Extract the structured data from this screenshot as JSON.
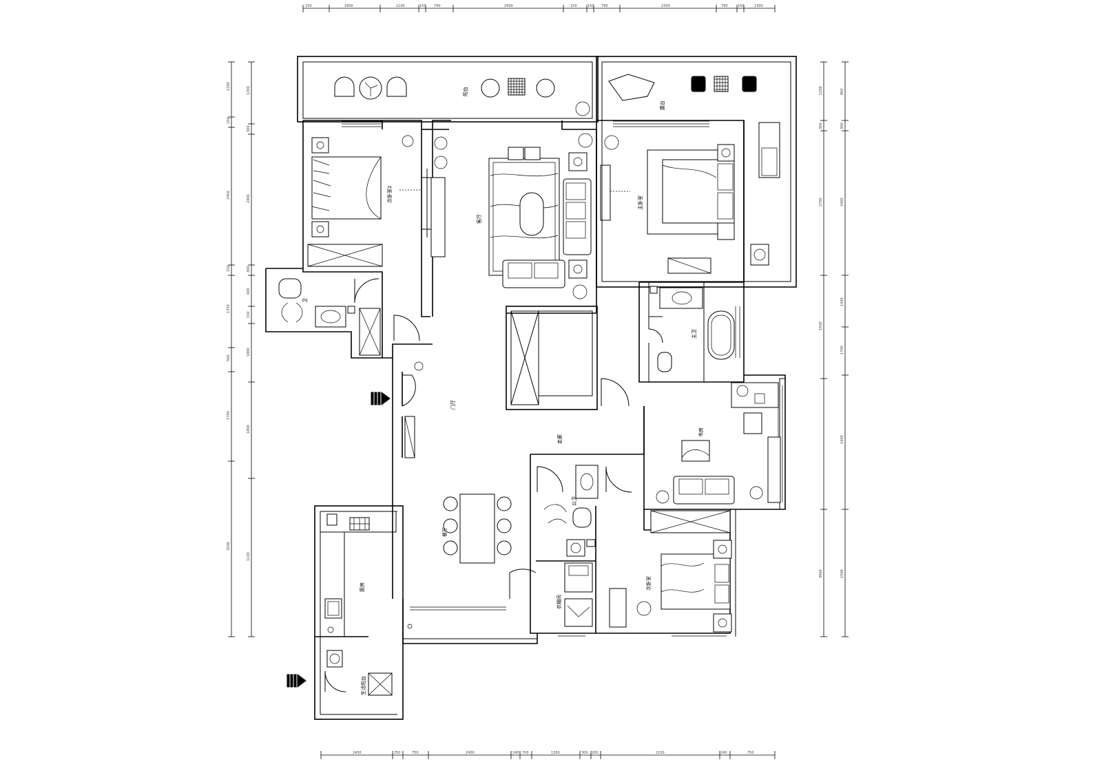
{
  "labels": {
    "balcony_north": "阳台",
    "bedroom_nw": "次卧室2",
    "living_room": "客厅",
    "master_bedroom": "主卧室",
    "terrace_ne": "露台",
    "bath_w": "卫",
    "bath_master": "主卫",
    "foyer": "门厅",
    "corridor": "走廊",
    "study": "书房",
    "bath_c": "公卫",
    "dining": "餐厅",
    "kitchen": "厨房",
    "bedroom_se": "次卧室",
    "cloakroom": "衣帽间",
    "service_balcony": "生活阳台"
  },
  "entrances": [
    {
      "name": "main-entrance-arrow"
    },
    {
      "name": "service-entrance-arrow"
    }
  ],
  "dimensions": {
    "top": [
      "150",
      "1800",
      "1100",
      "150",
      "740",
      "2400",
      "150",
      "150",
      "790",
      "2300",
      "790",
      "150",
      "1300"
    ],
    "bottom": [
      "2450",
      "250",
      "750",
      "2400",
      "240",
      "700",
      "1300",
      "300",
      "200",
      "2150",
      "240",
      "750"
    ],
    "left_outer": [
      "1200",
      "150",
      "2450",
      "150",
      "1350",
      "500",
      "1700",
      "3200"
    ],
    "left_inner": [
      "1200",
      "300",
      "2400",
      "300",
      "600",
      "150",
      "1800",
      "1800",
      "1100"
    ],
    "right_outer": [
      "1200",
      "300",
      "2700",
      "1500",
      "3900"
    ],
    "right_inner": [
      "900",
      "300",
      "2400",
      "1400",
      "1700",
      "1400",
      "1500"
    ]
  }
}
